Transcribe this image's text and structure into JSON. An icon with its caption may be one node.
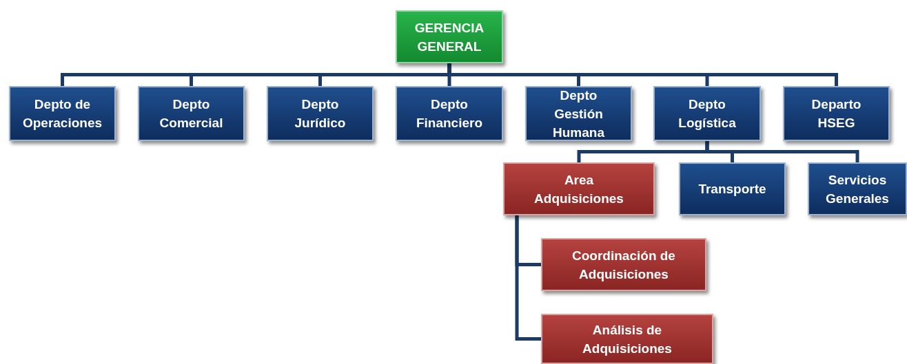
{
  "diagram": {
    "nodes": [
      {
        "text": [
          "GERENCIA GENERAL"
        ]
      },
      {
        "text": [
          "Depto de Operaciones"
        ]
      },
      {
        "text": [
          "Depto Comercial"
        ]
      },
      {
        "text": [
          "Depto Jurídico"
        ]
      },
      {
        "text": [
          "Depto Financiero"
        ]
      },
      {
        "text": [
          "Depto Gestión Humana"
        ]
      },
      {
        "text": [
          "Depto Logística"
        ]
      },
      {
        "text": [
          "Departo HSEG"
        ]
      },
      {
        "text": [
          "Area Adquisiciones"
        ]
      },
      {
        "text": [
          "Transporte"
        ]
      },
      {
        "text": [
          "Servicios Generales"
        ]
      },
      {
        "text": [
          "Coordinación de Adquisiciones"
        ]
      },
      {
        "text": [
          "Análisis de Adquisiciones"
        ]
      }
    ],
    "edges": [
      {
        "from": 0,
        "to": 1,
        "arrow": "none"
      },
      {
        "from": 0,
        "to": 2,
        "arrow": "none"
      },
      {
        "from": 0,
        "to": 3,
        "arrow": "none"
      },
      {
        "from": 0,
        "to": 4,
        "arrow": "none"
      },
      {
        "from": 0,
        "to": 5,
        "arrow": "none"
      },
      {
        "from": 0,
        "to": 6,
        "arrow": "none"
      },
      {
        "from": 0,
        "to": 7,
        "arrow": "none"
      },
      {
        "from": 6,
        "to": 8,
        "arrow": "none"
      },
      {
        "from": 6,
        "to": 9,
        "arrow": "none"
      },
      {
        "from": 6,
        "to": 10,
        "arrow": "none"
      },
      {
        "from": 8,
        "to": 11,
        "arrow": "none"
      },
      {
        "from": 8,
        "to": 12,
        "arrow": "none"
      }
    ]
  }
}
